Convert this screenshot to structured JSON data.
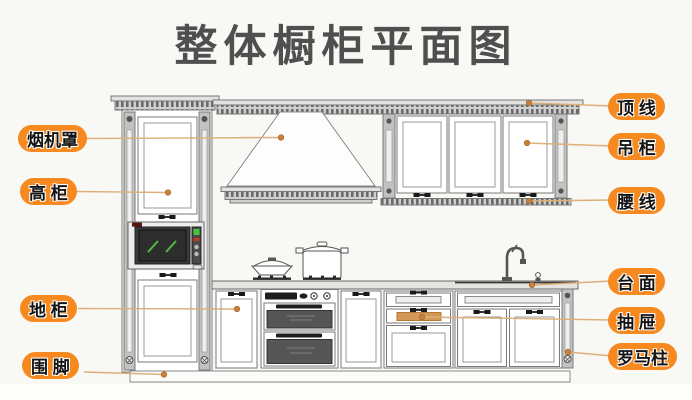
{
  "title": "整体橱柜平面图",
  "labels": {
    "left": [
      {
        "text": "烟机罩"
      },
      {
        "text": "高 柜"
      },
      {
        "text": "地 柜"
      },
      {
        "text": "围 脚"
      }
    ],
    "right": [
      {
        "text": "顶 线"
      },
      {
        "text": "吊 柜"
      },
      {
        "text": "腰 线"
      },
      {
        "text": "台 面"
      },
      {
        "text": "抽 屉"
      },
      {
        "text": "罗马柱"
      }
    ]
  },
  "colors": {
    "background": "#f8f8f5",
    "title_text": "#4f4f4f",
    "label_background": "#f6891f",
    "label_text": "#141414",
    "callout_line": "#dcb078",
    "callout_dot": "#c8803a",
    "drawing_line": "#7a7a7a",
    "highlighted_drawer": "#d29a58",
    "appliance_screen": "#2d2d2d",
    "appliance_accent_green": "#58b84a"
  }
}
